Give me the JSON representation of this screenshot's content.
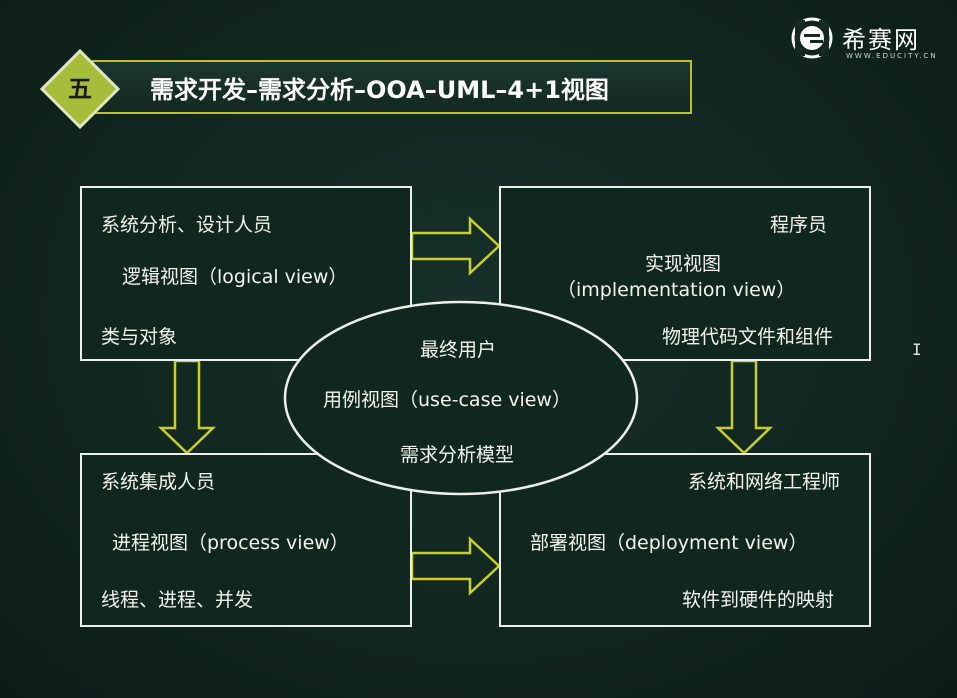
{
  "logo": {
    "name": "希赛网",
    "domain": "WWW.EDUCITY.CN",
    "accent": "#ffffff"
  },
  "header": {
    "section_number": "五",
    "title": "需求开发–需求分析–OOA–UML–4+1视图",
    "badge_color": "#a6bd3a",
    "border_color": "#b9c22c"
  },
  "diagram": {
    "logical": {
      "role": "系统分析、设计人员",
      "view": "逻辑视图（logical view）",
      "concern": "类与对象"
    },
    "implementation": {
      "role": "程序员",
      "view_cn": "实现视图",
      "view_en": "（implementation view）",
      "concern": "物理代码文件和组件"
    },
    "process": {
      "role": "系统集成人员",
      "view": "进程视图（process view）",
      "concern": "线程、进程、并发"
    },
    "deployment": {
      "role": "系统和网络工程师",
      "view": "部署视图（deployment view）",
      "concern": "软件到硬件的映射"
    },
    "use_case": {
      "role": "最终用户",
      "view": "用例视图（use-case view）",
      "concern": "需求分析模型"
    },
    "arrow_color": "#c9cf2a"
  },
  "cursor": {
    "glyph": "I"
  }
}
